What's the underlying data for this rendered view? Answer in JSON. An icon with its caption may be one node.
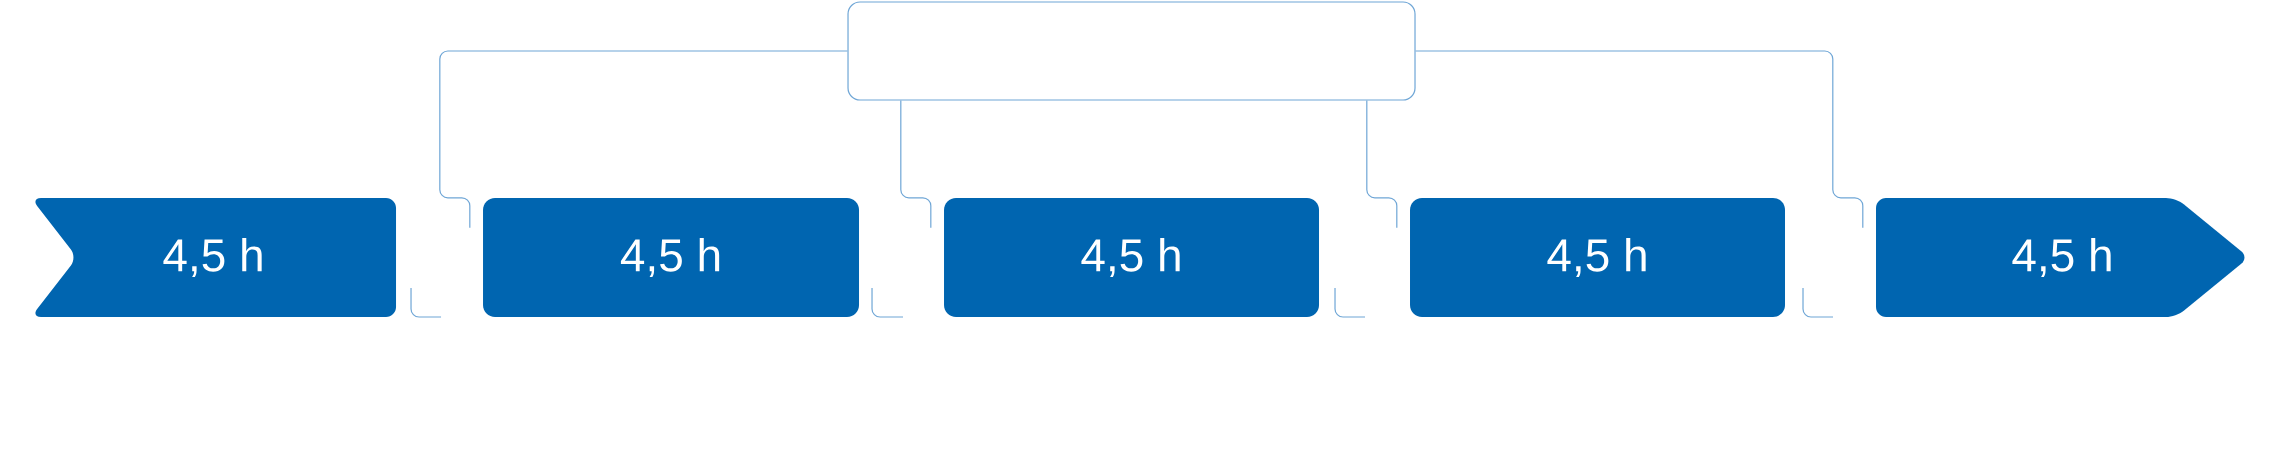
{
  "diagram": {
    "nodes": [
      {
        "text": [],
        "shape": "box"
      },
      {
        "text": [
          "4,5 h"
        ]
      },
      {
        "text": [
          "4,5 h"
        ]
      },
      {
        "text": [
          "4,5 h"
        ]
      },
      {
        "text": [
          "4,5 h"
        ]
      },
      {
        "text": [
          "4,5 h"
        ]
      }
    ],
    "edges": [
      {
        "from": 0,
        "to": 2,
        "arrow": "none"
      },
      {
        "from": 0,
        "to": 3,
        "arrow": "none"
      },
      {
        "from": 0,
        "to": 4,
        "arrow": "none"
      },
      {
        "from": 0,
        "to": 5,
        "arrow": "none"
      }
    ]
  }
}
